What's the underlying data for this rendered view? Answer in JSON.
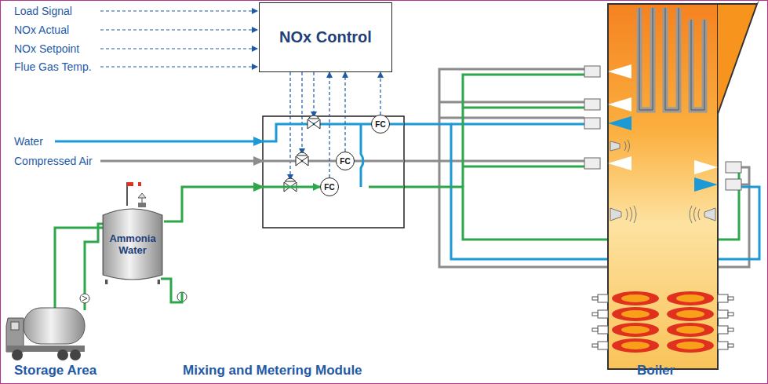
{
  "diagram": {
    "nodes": [
      {
        "text": [
          "NOx Control"
        ]
      },
      {
        "text": [
          "FC"
        ]
      },
      {
        "text": [
          "FC"
        ]
      },
      {
        "text": [
          "FC"
        ]
      },
      {
        "text": [
          "Ammonia Water"
        ]
      }
    ],
    "edges": [
      {
        "from": 1,
        "to": 0,
        "arrow": "to"
      },
      {
        "from": 2,
        "to": 0,
        "arrow": "to"
      },
      {
        "from": 3,
        "to": 0,
        "arrow": "to"
      },
      {
        "from": 4,
        "to": 3,
        "arrow": "to"
      }
    ],
    "labels": [
      "Load Signal",
      "NOx Actual",
      "NOx Setpoint",
      "Flue Gas Temp.",
      "Water",
      "Compressed Air",
      "Storage Area",
      "Mixing and Metering Module",
      "Boiler"
    ]
  }
}
